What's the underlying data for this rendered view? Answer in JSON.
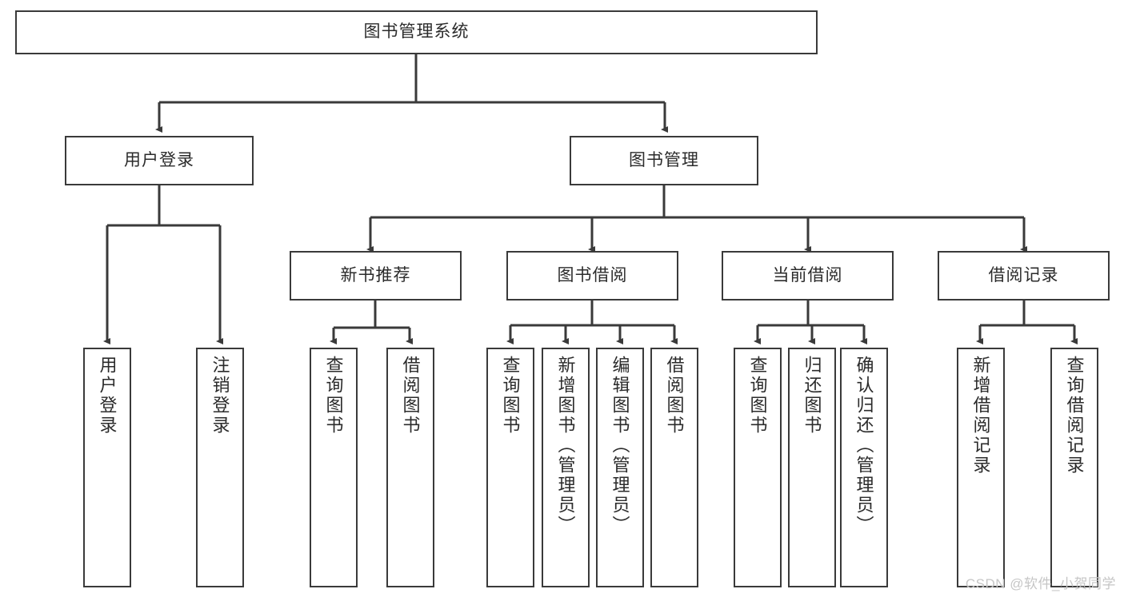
{
  "diagram": {
    "title": "图书管理系统",
    "type": "hierarchy-tree",
    "watermark": "CSDN @软件_小贺同学",
    "colors": {
      "background": "#ffffff",
      "box_border": "#3a3a3a",
      "box_fill": "#ffffff",
      "text": "#2b2b2b",
      "connector": "#3a3a3a",
      "watermark": "#c6c6c6"
    },
    "root": {
      "label": "图书管理系统",
      "children": [
        {
          "label": "用户登录",
          "children": [
            {
              "label": "用户登录"
            },
            {
              "label": "注销登录"
            }
          ]
        },
        {
          "label": "图书管理",
          "children": [
            {
              "label": "新书推荐",
              "children": [
                {
                  "label": "查询图书"
                },
                {
                  "label": "借阅图书"
                }
              ]
            },
            {
              "label": "图书借阅",
              "children": [
                {
                  "label": "查询图书"
                },
                {
                  "label": "新增图书（管理员）"
                },
                {
                  "label": "编辑图书（管理员）"
                },
                {
                  "label": "借阅图书"
                }
              ]
            },
            {
              "label": "当前借阅",
              "children": [
                {
                  "label": "查询图书"
                },
                {
                  "label": "归还图书"
                },
                {
                  "label": "确认归还（管理员）"
                }
              ]
            },
            {
              "label": "借阅记录",
              "children": [
                {
                  "label": "新增借阅记录"
                },
                {
                  "label": "查询借阅记录"
                }
              ]
            }
          ]
        }
      ]
    }
  }
}
